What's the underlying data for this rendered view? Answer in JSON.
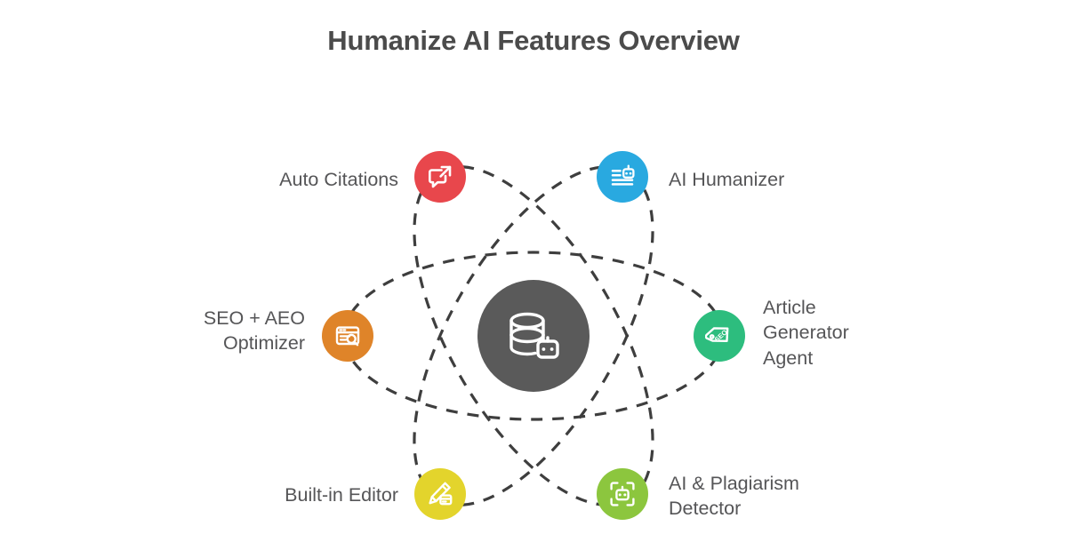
{
  "title": "Humanize AI Features Overview",
  "background_color": "#ffffff",
  "title_color": "#4b4b4b",
  "label_color": "#555557",
  "orbit": {
    "stroke_color": "#3e3e3e",
    "style": "dashed",
    "ellipse_count": 3,
    "rotations_deg": [
      0,
      60,
      120
    ]
  },
  "center": {
    "name": "core-hub",
    "icon": "database-robot-icon",
    "color": "#5a5a5a",
    "label": ""
  },
  "nodes": [
    {
      "id": "auto-citations",
      "label": "Auto Citations",
      "icon": "speech-bubble-external-link-icon",
      "color": "#e8474c",
      "position": "top-left"
    },
    {
      "id": "ai-humanizer",
      "label": "AI Humanizer",
      "icon": "document-robot-icon",
      "color": "#29a9e0",
      "position": "top-right"
    },
    {
      "id": "seo-aeo-optimizer",
      "label": "SEO + AEO\nOptimizer",
      "icon": "browser-search-icon",
      "color": "#df8429",
      "position": "left"
    },
    {
      "id": "article-generator-agent",
      "label": "Article\nGenerator\nAgent",
      "icon": "seo-tag-icon",
      "color": "#2dbd7e",
      "position": "right"
    },
    {
      "id": "built-in-editor",
      "label": "Built-in Editor",
      "icon": "pencil-edit-icon",
      "color": "#e3d42c",
      "position": "bottom-left"
    },
    {
      "id": "ai-plagiarism-detector",
      "label": "AI & Plagiarism\nDetector",
      "icon": "robot-scan-frame-icon",
      "color": "#8cc63e",
      "position": "bottom-right"
    }
  ]
}
